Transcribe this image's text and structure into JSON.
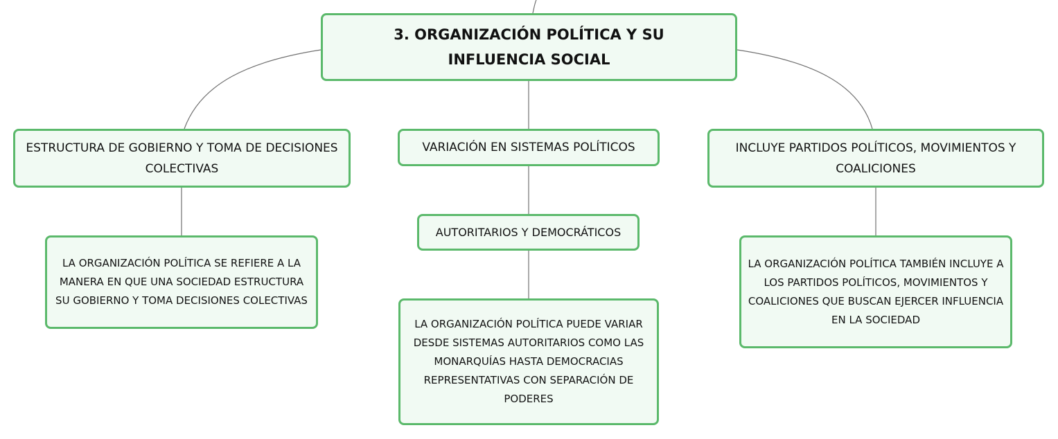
{
  "root": {
    "title": "3. ORGANIZACIÓN POLÍTICA Y SU INFLUENCIA SOCIAL"
  },
  "branches": {
    "left": {
      "label": "ESTRUCTURA DE GOBIERNO Y TOMA DE DECISIONES COLECTIVAS",
      "detail": "LA ORGANIZACIÓN POLÍTICA SE REFIERE A LA MANERA EN QUE UNA SOCIEDAD ESTRUCTURA SU GOBIERNO Y TOMA DECISIONES COLECTIVAS"
    },
    "middle": {
      "label": "VARIACIÓN EN SISTEMAS POLÍTICOS",
      "sublabel": "AUTORITARIOS Y DEMOCRÁTICOS",
      "detail": "LA ORGANIZACIÓN POLÍTICA PUEDE VARIAR DESDE SISTEMAS AUTORITARIOS COMO LAS MONARQUÍAS HASTA DEMOCRACIAS REPRESENTATIVAS CON SEPARACIÓN DE PODERES"
    },
    "right": {
      "label": "INCLUYE PARTIDOS POLÍTICOS, MOVIMIENTOS Y COALICIONES",
      "detail": "LA ORGANIZACIÓN POLÍTICA TAMBIÉN INCLUYE A LOS PARTIDOS POLÍTICOS, MOVIMIENTOS Y COALICIONES QUE BUSCAN EJERCER INFLUENCIA EN LA SOCIEDAD"
    }
  },
  "colors": {
    "node_border": "#5bb96b",
    "node_fill": "#f1faf3",
    "connector": "#707070",
    "text": "#111111"
  }
}
